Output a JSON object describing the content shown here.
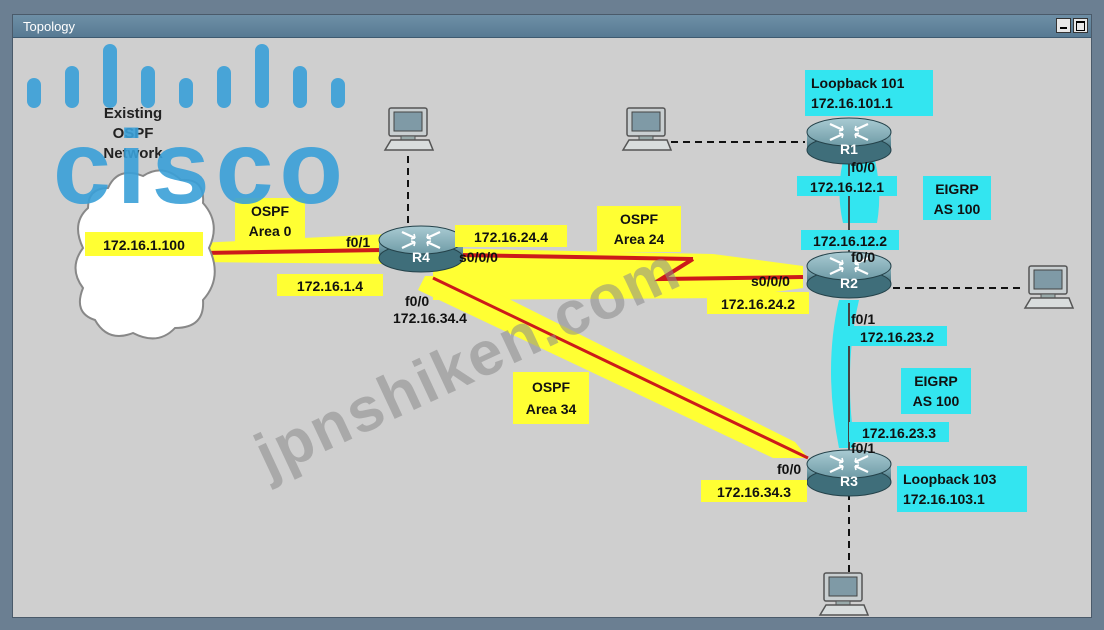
{
  "window": {
    "title": "Topology"
  },
  "logo": {
    "text": "cisco",
    "color": "#3aa0d8"
  },
  "watermark": "jpnshiken.com",
  "cloud": {
    "caption": [
      "Existing",
      "OSPF",
      "Network"
    ],
    "ip": "172.16.1.100"
  },
  "routers": {
    "r1": "R1",
    "r2": "R2",
    "r3": "R3",
    "r4": "R4"
  },
  "areas": {
    "area0": [
      "OSPF",
      "Area 0"
    ],
    "area24": [
      "OSPF",
      "Area 24"
    ],
    "area34": [
      "OSPF",
      "Area 34"
    ],
    "eigrp_top": [
      "EIGRP",
      "AS 100"
    ],
    "eigrp_bottom": [
      "EIGRP",
      "AS 100"
    ]
  },
  "loopbacks": {
    "r1": [
      "Loopback 101",
      "172.16.101.1"
    ],
    "r3": [
      "Loopback 103",
      "172.16.103.1"
    ]
  },
  "labels": {
    "r4_f01": "f0/1",
    "r4_f01_ip": "172.16.1.4",
    "r4_s000_ip": "172.16.24.4",
    "r4_s000": "s0/0/0",
    "r4_f00": "f0/0",
    "r4_f00_ip": "172.16.34.4",
    "r2_s000": "s0/0/0",
    "r2_s000_ip": "172.16.24.2",
    "r1_f00": "f0/0",
    "r1_f00_ip": "172.16.12.1",
    "r2_f00_ip": "172.16.12.2",
    "r2_f00": "f0/0",
    "r2_f01": "f0/1",
    "r2_f01_ip": "172.16.23.2",
    "r3_f01_ip": "172.16.23.3",
    "r3_f01": "f0/1",
    "r3_f00": "f0/0",
    "r3_f00_ip": "172.16.34.3"
  },
  "colors": {
    "ospf_highlight": "#ffff33",
    "eigrp_highlight": "#33e5f0",
    "link_red": "#cc1a1a",
    "router_body": "#5f8e9a"
  }
}
